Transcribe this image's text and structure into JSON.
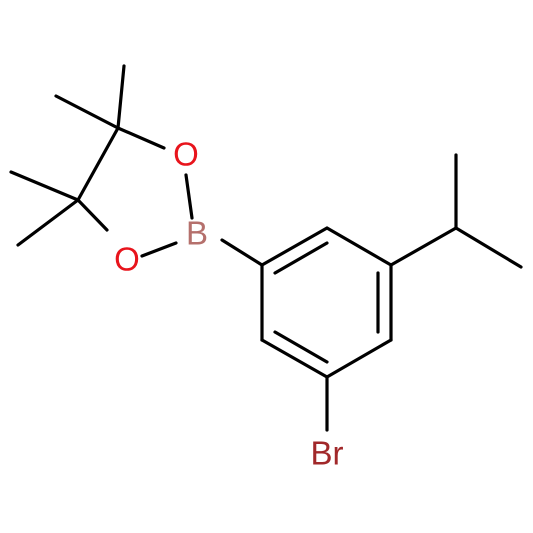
{
  "molecule": {
    "atoms": {
      "O1": {
        "label": "O",
        "color": "#e8141c"
      },
      "O2": {
        "label": "O",
        "color": "#e8141c"
      },
      "B": {
        "label": "B",
        "color": "#b5706c"
      },
      "Br": {
        "label": "Br",
        "color": "#a1282a"
      }
    },
    "bond_color": "#000000"
  }
}
